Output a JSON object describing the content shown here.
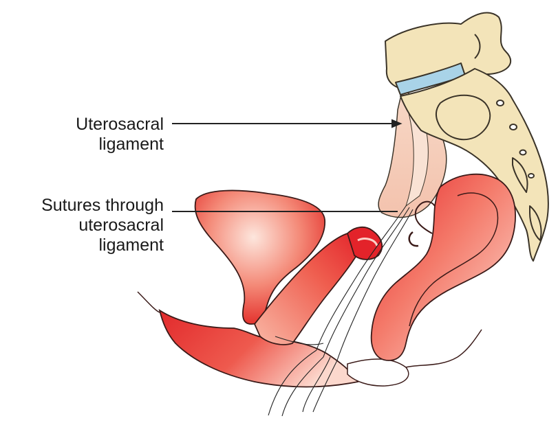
{
  "labels": {
    "uterosacral": [
      "Uterosacral",
      "ligament"
    ],
    "sutures": [
      "Sutures through",
      "uterosacral",
      "ligament"
    ]
  },
  "colors": {
    "bone": "#f3e4b9",
    "bone_outline": "#3a3328",
    "disc": "#a9d3e8",
    "ligament": "#f6cfbb",
    "organ_light": "#fbd2c8",
    "organ_mid": "#ef6a5a",
    "organ_deep": "#e0252b",
    "leader_line": "#222222"
  }
}
